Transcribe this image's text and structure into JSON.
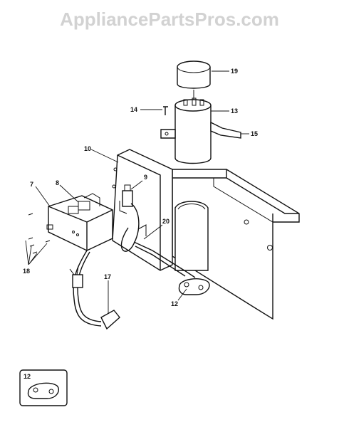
{
  "watermark": "AppliancePartsPros.com",
  "callouts": {
    "c19": "19",
    "c14": "14",
    "c13": "13",
    "c15": "15",
    "c10": "10",
    "c9": "9",
    "c7": "7",
    "c8": "8",
    "c20": "20",
    "c18": "18",
    "c17": "17",
    "c12": "12",
    "inset_label": "12"
  }
}
